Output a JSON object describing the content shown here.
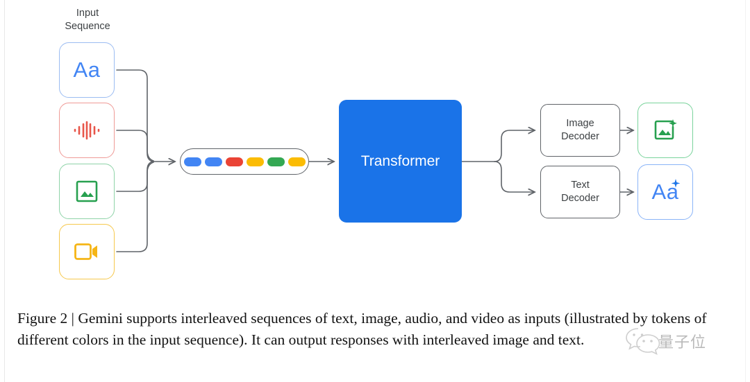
{
  "figure": {
    "input_label": "Input\nSequence",
    "inputs": [
      {
        "name": "text",
        "icon": "text-aa-icon",
        "label": "Aa",
        "color": "#4285f4",
        "border": "#9bbcf2"
      },
      {
        "name": "audio",
        "icon": "audio-waveform-icon",
        "label": "",
        "color": "#ea4335",
        "border": "#ef9a96"
      },
      {
        "name": "image",
        "icon": "image-picture-icon",
        "label": "",
        "color": "#34a853",
        "border": "#8fd3a8"
      },
      {
        "name": "video",
        "icon": "video-camera-icon",
        "label": "",
        "color": "#fbbc04",
        "border": "#f6c84c"
      }
    ],
    "tokens": [
      {
        "color": "#4285f4"
      },
      {
        "color": "#4285f4"
      },
      {
        "color": "#ea4335"
      },
      {
        "color": "#fbbc04"
      },
      {
        "color": "#34a853"
      },
      {
        "color": "#fbbc04"
      }
    ],
    "transformer": {
      "label": "Transformer",
      "color": "#1a73e8"
    },
    "decoders": [
      {
        "name": "image-decoder",
        "label": "Image\nDecoder"
      },
      {
        "name": "text-decoder",
        "label": "Text\nDecoder"
      }
    ],
    "outputs": [
      {
        "name": "image-output",
        "icon": "image-sparkle-icon",
        "label": "",
        "color": "#34a853",
        "border": "#79d39b"
      },
      {
        "name": "text-output",
        "icon": "text-aa-sparkle-icon",
        "label": "Aa",
        "color": "#4285f4",
        "border": "#8ab4f8"
      }
    ]
  },
  "caption": {
    "prefix": "Figure 2 | ",
    "text": "Gemini supports interleaved sequences of text, image, audio, and video as inputs (illustrated by tokens of different colors in the input sequence). It can output responses with interleaved image and text."
  },
  "watermark": {
    "text": "量子位",
    "icon": "wechat-bubble-icon"
  }
}
